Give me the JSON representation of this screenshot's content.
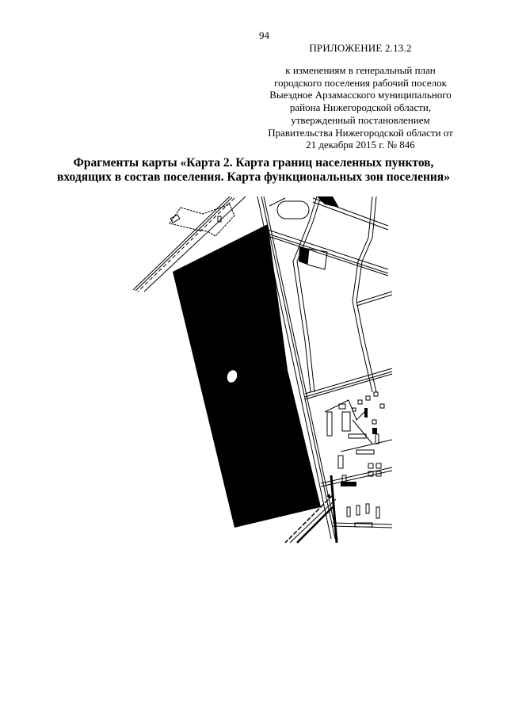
{
  "page": {
    "number": "94"
  },
  "appendix": {
    "title": "ПРИЛОЖЕНИЕ 2.13.2",
    "subtitle_lines": [
      "к изменениям в генеральный план",
      "городского поселения рабочий поселок",
      "Выездное Арзамасского муниципального",
      "района Нижегородской области,",
      "утвержденный постановлением",
      "Правительства Нижегородской области от",
      "21 декабря 2015 г. № 846"
    ]
  },
  "heading": {
    "lines": [
      "Фрагменты карты «Карта 2. Карта границ населенных пунктов,",
      "входящих в состав поселения. Карта функциональных зон поселения»"
    ]
  },
  "map": {
    "description": "map-fragment",
    "colors": {
      "fill": "#000000",
      "background": "#ffffff"
    }
  }
}
